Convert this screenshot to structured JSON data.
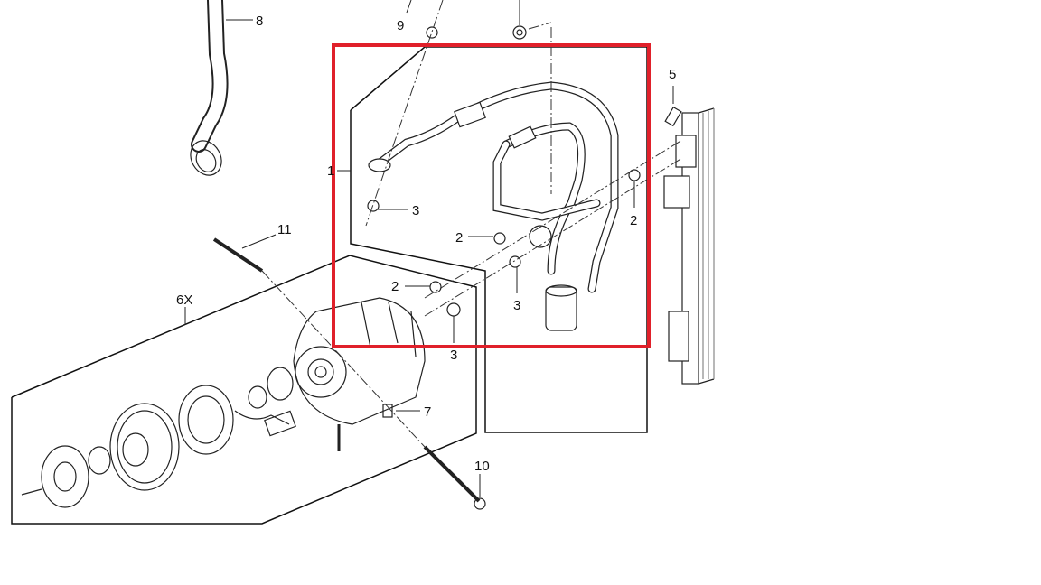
{
  "diagram": {
    "highlight_color": "#e0202a",
    "callouts": {
      "c8": "8",
      "c9": "9",
      "c5": "5",
      "c1": "1",
      "c3a": "3",
      "c2a": "2",
      "c2b": "2",
      "c11": "11",
      "c6x": "6X",
      "c2c": "2",
      "c3b": "3",
      "c3c": "3",
      "c7": "7",
      "c10": "10"
    }
  }
}
